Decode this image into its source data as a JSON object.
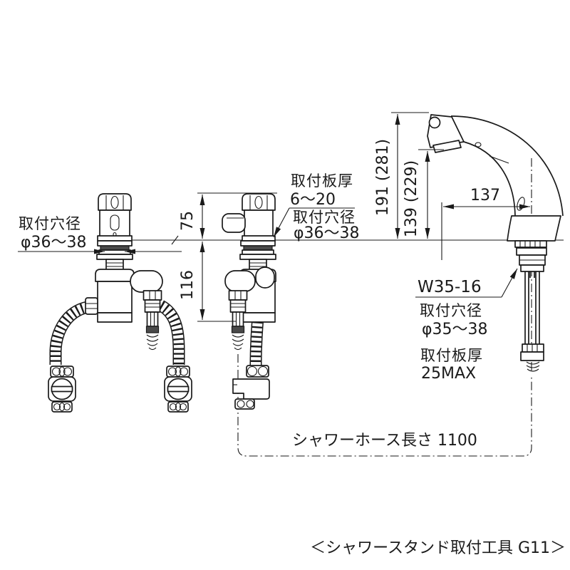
{
  "drawing": {
    "caption": "＜シャワースタンド取付工具 G11＞",
    "dimensions": {
      "handle_height": "75",
      "body_depth": "116",
      "spout_height": "191 (281)",
      "outlet_height": "139 (229)",
      "spout_reach": "137"
    },
    "callouts": {
      "left_hole": {
        "line1": "取付穴径",
        "line2": "φ36〜38"
      },
      "mid_plate": {
        "line1": "取付板厚",
        "line2": "6〜20"
      },
      "mid_hole": {
        "line1": "取付穴径",
        "line2": "φ36〜38"
      },
      "stand_thread": "W35-16",
      "stand_hole": {
        "line1": "取付穴径",
        "line2": "φ35〜38"
      },
      "stand_plate": {
        "line1": "取付板厚",
        "line2": "25MAX"
      },
      "hose_length": "シャワーホース長さ 1100"
    },
    "colors": {
      "line": "#1a1a1a",
      "background": "#ffffff",
      "dark_fill": "#4a4a4a"
    }
  }
}
